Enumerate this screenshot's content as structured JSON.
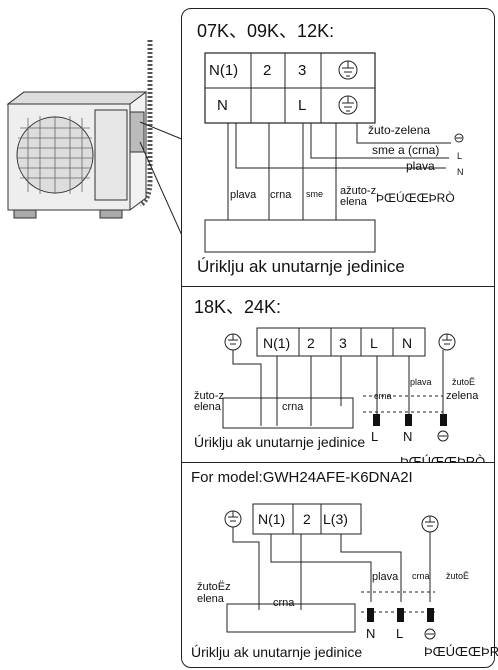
{
  "sections": {
    "top": {
      "title": "07K、09K、12K:",
      "terminals_top": [
        "N(1)",
        "2",
        "3"
      ],
      "terminals_bottom": [
        "N",
        "L"
      ],
      "wire_labels": [
        "plava",
        "crna",
        "sme",
        "ažuto-z",
        "elena"
      ],
      "side_labels": [
        "žuto-zelena",
        "sme  a (crna)",
        "plava",
        "L",
        "N"
      ],
      "garbled": "ÞŒÚŒŒÞRÒ",
      "box_caption": "Úriklju  ak unutarnje jedinice"
    },
    "middle": {
      "title": "18K、24K:",
      "terminals": [
        "N(1)",
        "2",
        "3",
        "L",
        "N"
      ],
      "left_label": [
        "žuto-z",
        "elena"
      ],
      "crna_left": "crna",
      "right_wire_labels": [
        "crna",
        "plava",
        "žutoË",
        "zelena"
      ],
      "bottom_letters": [
        "L",
        "N"
      ],
      "caption": "Úriklju  ak unutarnje jedinice",
      "garbled": "ÞŒÚŒŒÞRÒ"
    },
    "bottom": {
      "title": "For model:GWH24AFE-K6DNA2I",
      "terminals": [
        "N(1)",
        "2",
        "L(3)"
      ],
      "left_label": [
        "žutoËz",
        "elena"
      ],
      "crna_left": "crna",
      "right_wire_labels": [
        "plava",
        "crna",
        "žutoË"
      ],
      "bottom_letters": [
        "N",
        "L"
      ],
      "caption": "Úriklju  ak unutarnje jedinice",
      "garbled": "ÞŒÚŒŒÞRÒ"
    }
  }
}
